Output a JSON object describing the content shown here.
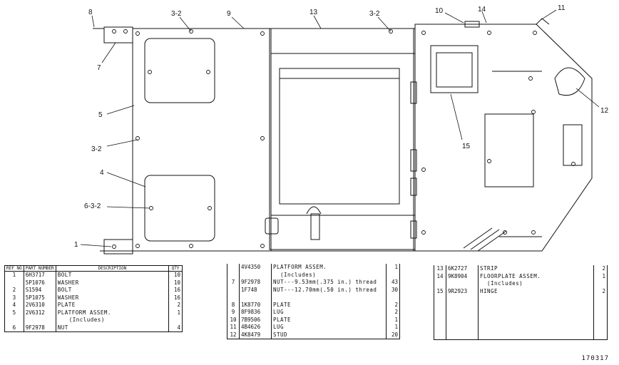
{
  "callouts": [
    {
      "id": "c8",
      "text": "8"
    },
    {
      "id": "c7",
      "text": "7"
    },
    {
      "id": "c32a",
      "text": "3-2"
    },
    {
      "id": "c9",
      "text": "9"
    },
    {
      "id": "c13",
      "text": "13"
    },
    {
      "id": "c32b",
      "text": "3-2"
    },
    {
      "id": "c10",
      "text": "10"
    },
    {
      "id": "c14",
      "text": "14"
    },
    {
      "id": "c11",
      "text": "11"
    },
    {
      "id": "c12",
      "text": "12"
    },
    {
      "id": "c5",
      "text": "5"
    },
    {
      "id": "c32c",
      "text": "3-2"
    },
    {
      "id": "c4",
      "text": "4"
    },
    {
      "id": "c632",
      "text": "6-3-2"
    },
    {
      "id": "c1",
      "text": "1"
    },
    {
      "id": "c15",
      "text": "15"
    }
  ],
  "table_headers": {
    "ref": "REF NO",
    "part": "PART NUMBER",
    "desc": "DESCRIPTION",
    "qty": "QTY"
  },
  "table1": [
    {
      "ref": "1",
      "part": "6H3717",
      "desc": "BOLT",
      "qty": "10"
    },
    {
      "ref": "",
      "part": "5P1076",
      "desc": "WASHER",
      "qty": "10"
    },
    {
      "ref": "2",
      "part": "S1594",
      "desc": "BOLT",
      "qty": "16"
    },
    {
      "ref": "3",
      "part": "5P1075",
      "desc": "WASHER",
      "qty": "16"
    },
    {
      "ref": "4",
      "part": "2V6310",
      "desc": "PLATE",
      "qty": "2"
    },
    {
      "ref": "5",
      "part": "2V6312",
      "desc": "PLATFORM ASSEM.",
      "qty": "1"
    },
    {
      "ref": "",
      "part": "",
      "desc": "(Includes)",
      "qty": ""
    },
    {
      "ref": "6",
      "part": "9F2978",
      "desc": "NUT",
      "qty": "4"
    }
  ],
  "table2": [
    {
      "ref": "",
      "part": "4V4350",
      "desc": "PLATFORM ASSEM.",
      "qty": "1"
    },
    {
      "ref": "",
      "part": "",
      "desc": "(Includes)",
      "qty": ""
    },
    {
      "ref": "7",
      "part": "9F2978",
      "desc": "NUT---9.53mm(.375 in.) thread",
      "qty": "43"
    },
    {
      "ref": "",
      "part": "1F748",
      "desc": "NUT---12.70mm(.50 in.) thread",
      "qty": "30"
    },
    {
      "ref": "",
      "part": "",
      "desc": "",
      "qty": ""
    },
    {
      "ref": "8",
      "part": "1K8770",
      "desc": "PLATE",
      "qty": "2"
    },
    {
      "ref": "9",
      "part": "8F9836",
      "desc": "LUG",
      "qty": "2"
    },
    {
      "ref": "10",
      "part": "7B9506",
      "desc": "PLATE",
      "qty": "1"
    },
    {
      "ref": "11",
      "part": "4B4626",
      "desc": "LUG",
      "qty": "1"
    },
    {
      "ref": "12",
      "part": "4K8479",
      "desc": "STUD",
      "qty": "20"
    }
  ],
  "table3": [
    {
      "ref": "13",
      "part": "6K2727",
      "desc": "STRIP",
      "qty": "2"
    },
    {
      "ref": "14",
      "part": "9K8904",
      "desc": "FLOORPLATE ASSEM.",
      "qty": "1"
    },
    {
      "ref": "",
      "part": "",
      "desc": "(Includes)",
      "qty": ""
    },
    {
      "ref": "15",
      "part": "9R2923",
      "desc": "HINGE",
      "qty": "2"
    }
  ],
  "figure_number": "170317"
}
